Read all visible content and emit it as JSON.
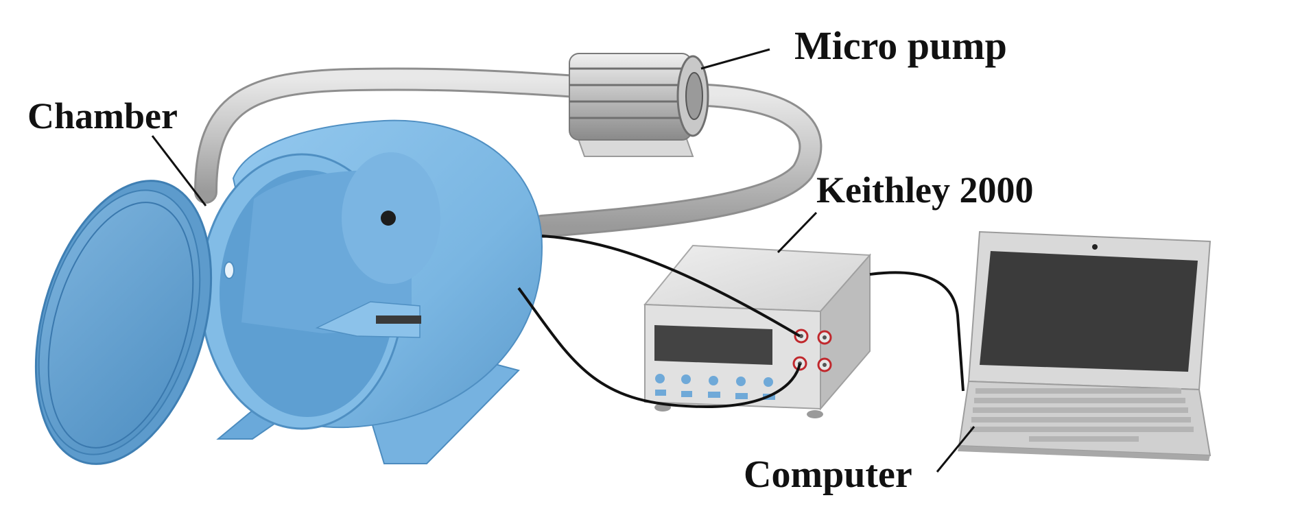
{
  "labels": {
    "chamber": "Chamber",
    "micro_pump": "Micro pump",
    "keithley": "Keithley 2000",
    "computer": "Computer"
  },
  "colors": {
    "chamber_body": "#7fb8e4",
    "chamber_shadow": "#5d9fd0",
    "chamber_interior": "#6aa9da",
    "tube": "#c9c9c9",
    "pump": "#b8b8b8",
    "meter_body": "#dcdcdc",
    "meter_display": "#4a4a4a",
    "meter_button": "#6fa9d8",
    "meter_jack": "#c0282d",
    "laptop_body": "#d4d4d4",
    "laptop_screen": "#3a3a3a",
    "cable": "#111111"
  },
  "icons": [
    "chamber-icon",
    "lid-icon",
    "micro-pump-icon",
    "multimeter-icon",
    "laptop-icon"
  ]
}
